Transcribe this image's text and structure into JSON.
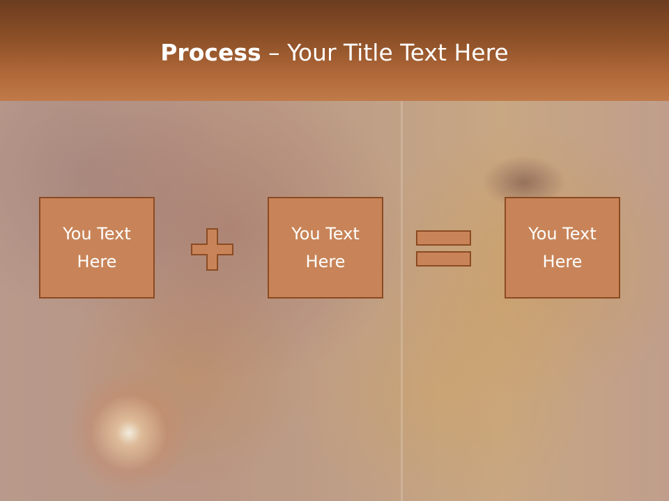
{
  "slide": {
    "title_bold": "Process",
    "title_rest": " – Your Title Text Here",
    "boxes": [
      "You Text Here",
      "You Text Here",
      "You Text Here"
    ],
    "operators": [
      "plus-icon",
      "equals-icon"
    ]
  },
  "colors": {
    "title_bar_top": "#6b3c1f",
    "title_bar_bottom": "#c07a48",
    "box_fill": "#c88458",
    "box_border": "#8a4a22",
    "text": "#ffffff"
  }
}
